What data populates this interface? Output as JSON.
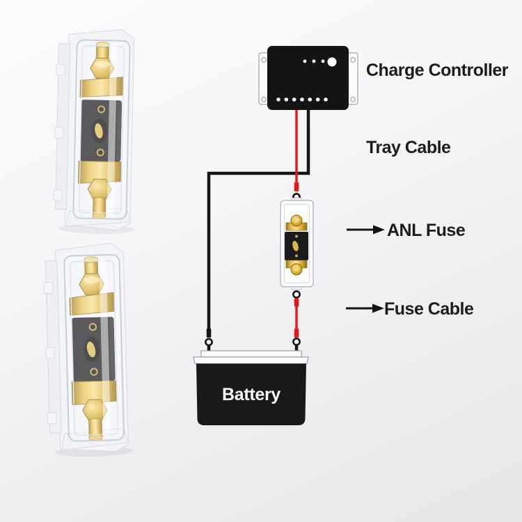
{
  "labels": {
    "charge_controller": "Charge Controller",
    "tray_cable": "Tray Cable",
    "anl_fuse": "ANL Fuse",
    "fuse_cable": "Fuse Cable",
    "battery": "Battery"
  },
  "colors": {
    "positive_wire": "#e81616",
    "negative_wire": "#161616",
    "label_text": "#1c1c1c",
    "controller_body": "#141416",
    "battery_body": "#19191b",
    "battery_label_text": "#ffffff",
    "gold_terminal": "#d8ac2f",
    "clear_housing": "#f2f4f8",
    "background_top": "#fcfcfd",
    "background_bottom": "#e6e7e9"
  },
  "diagram": {
    "nodes": [
      {
        "id": "charge-controller",
        "label": "Charge Controller"
      },
      {
        "id": "anl-fuse",
        "label": "ANL Fuse"
      },
      {
        "id": "battery",
        "label": "Battery"
      }
    ],
    "cable_annotations": [
      {
        "id": "tray-cable",
        "label": "Tray Cable"
      },
      {
        "id": "fuse-cable",
        "label": "Fuse Cable"
      }
    ],
    "connections": [
      {
        "from": "charge-controller",
        "to": "anl-fuse",
        "wire": "positive",
        "color": "#e81616"
      },
      {
        "from": "anl-fuse",
        "to": "battery",
        "wire": "positive",
        "color": "#e81616"
      },
      {
        "from": "charge-controller",
        "to": "battery",
        "wire": "negative",
        "color": "#161616"
      }
    ]
  },
  "product_photos": [
    {
      "id": "anl-fuse-holder-photo-top"
    },
    {
      "id": "anl-fuse-holder-photo-bottom"
    }
  ]
}
